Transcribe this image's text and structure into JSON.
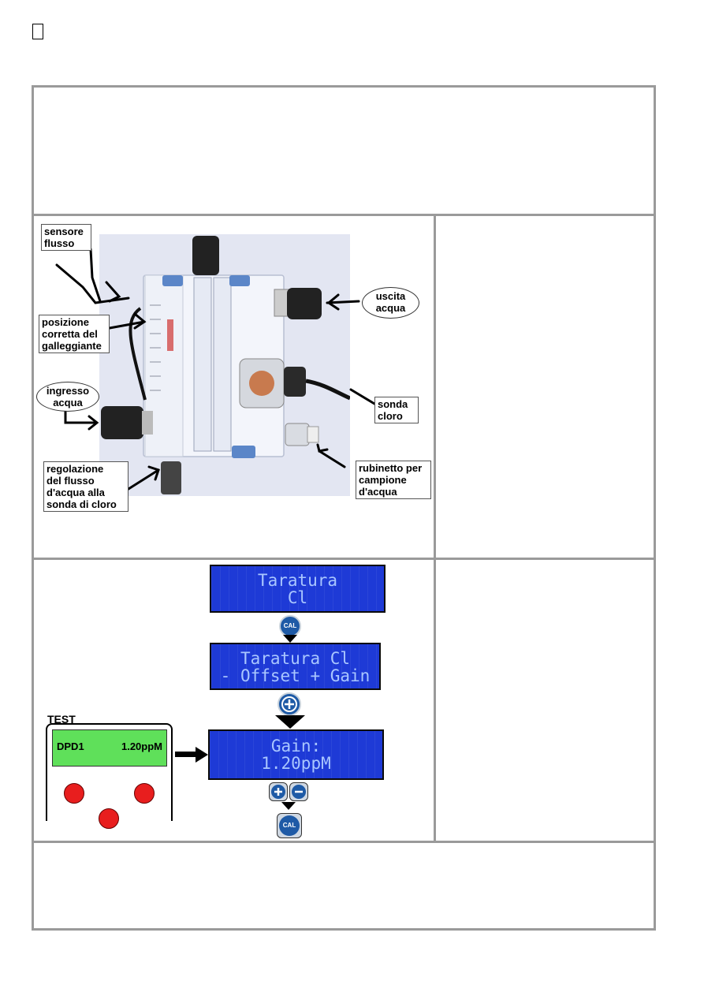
{
  "page": {
    "corner_mark": "",
    "colors": {
      "frame": "#9a9a9a",
      "lcd_bg": "#1e3ad6",
      "lcd_text": "#a9c6ff",
      "test_screen": "#5fe05a",
      "test_button": "#e81e1e",
      "button_blue": "#1e5aa6"
    }
  },
  "diagram": {
    "labels": {
      "sensore_flusso": "sensore\nflusso",
      "posizione": "posizione\ncorretta del\ngalleggiante",
      "ingresso_acqua": "ingresso\nacqua",
      "regolazione": "regolazione\ndel flusso\nd'acqua alla\nsonda di cloro",
      "uscita_acqua": "uscita\nacqua",
      "sonda_cloro": "sonda\ncloro",
      "rubinetto": "rubinetto per\ncampione\nd'acqua"
    }
  },
  "calibration": {
    "lcd1": {
      "line1": "Taratura",
      "line2": "Cl"
    },
    "lcd2": {
      "line1": "Taratura Cl",
      "line2": "- Offset + Gain"
    },
    "lcd3": {
      "line1": "Gain:",
      "line2": "1.20ppM"
    },
    "cal_label": "CAL",
    "plus_icon": "plus-icon",
    "minus_icon": "minus-icon",
    "test": {
      "title": "TEST",
      "reading_label": "DPD1",
      "reading_value": "1.20ppM"
    }
  }
}
